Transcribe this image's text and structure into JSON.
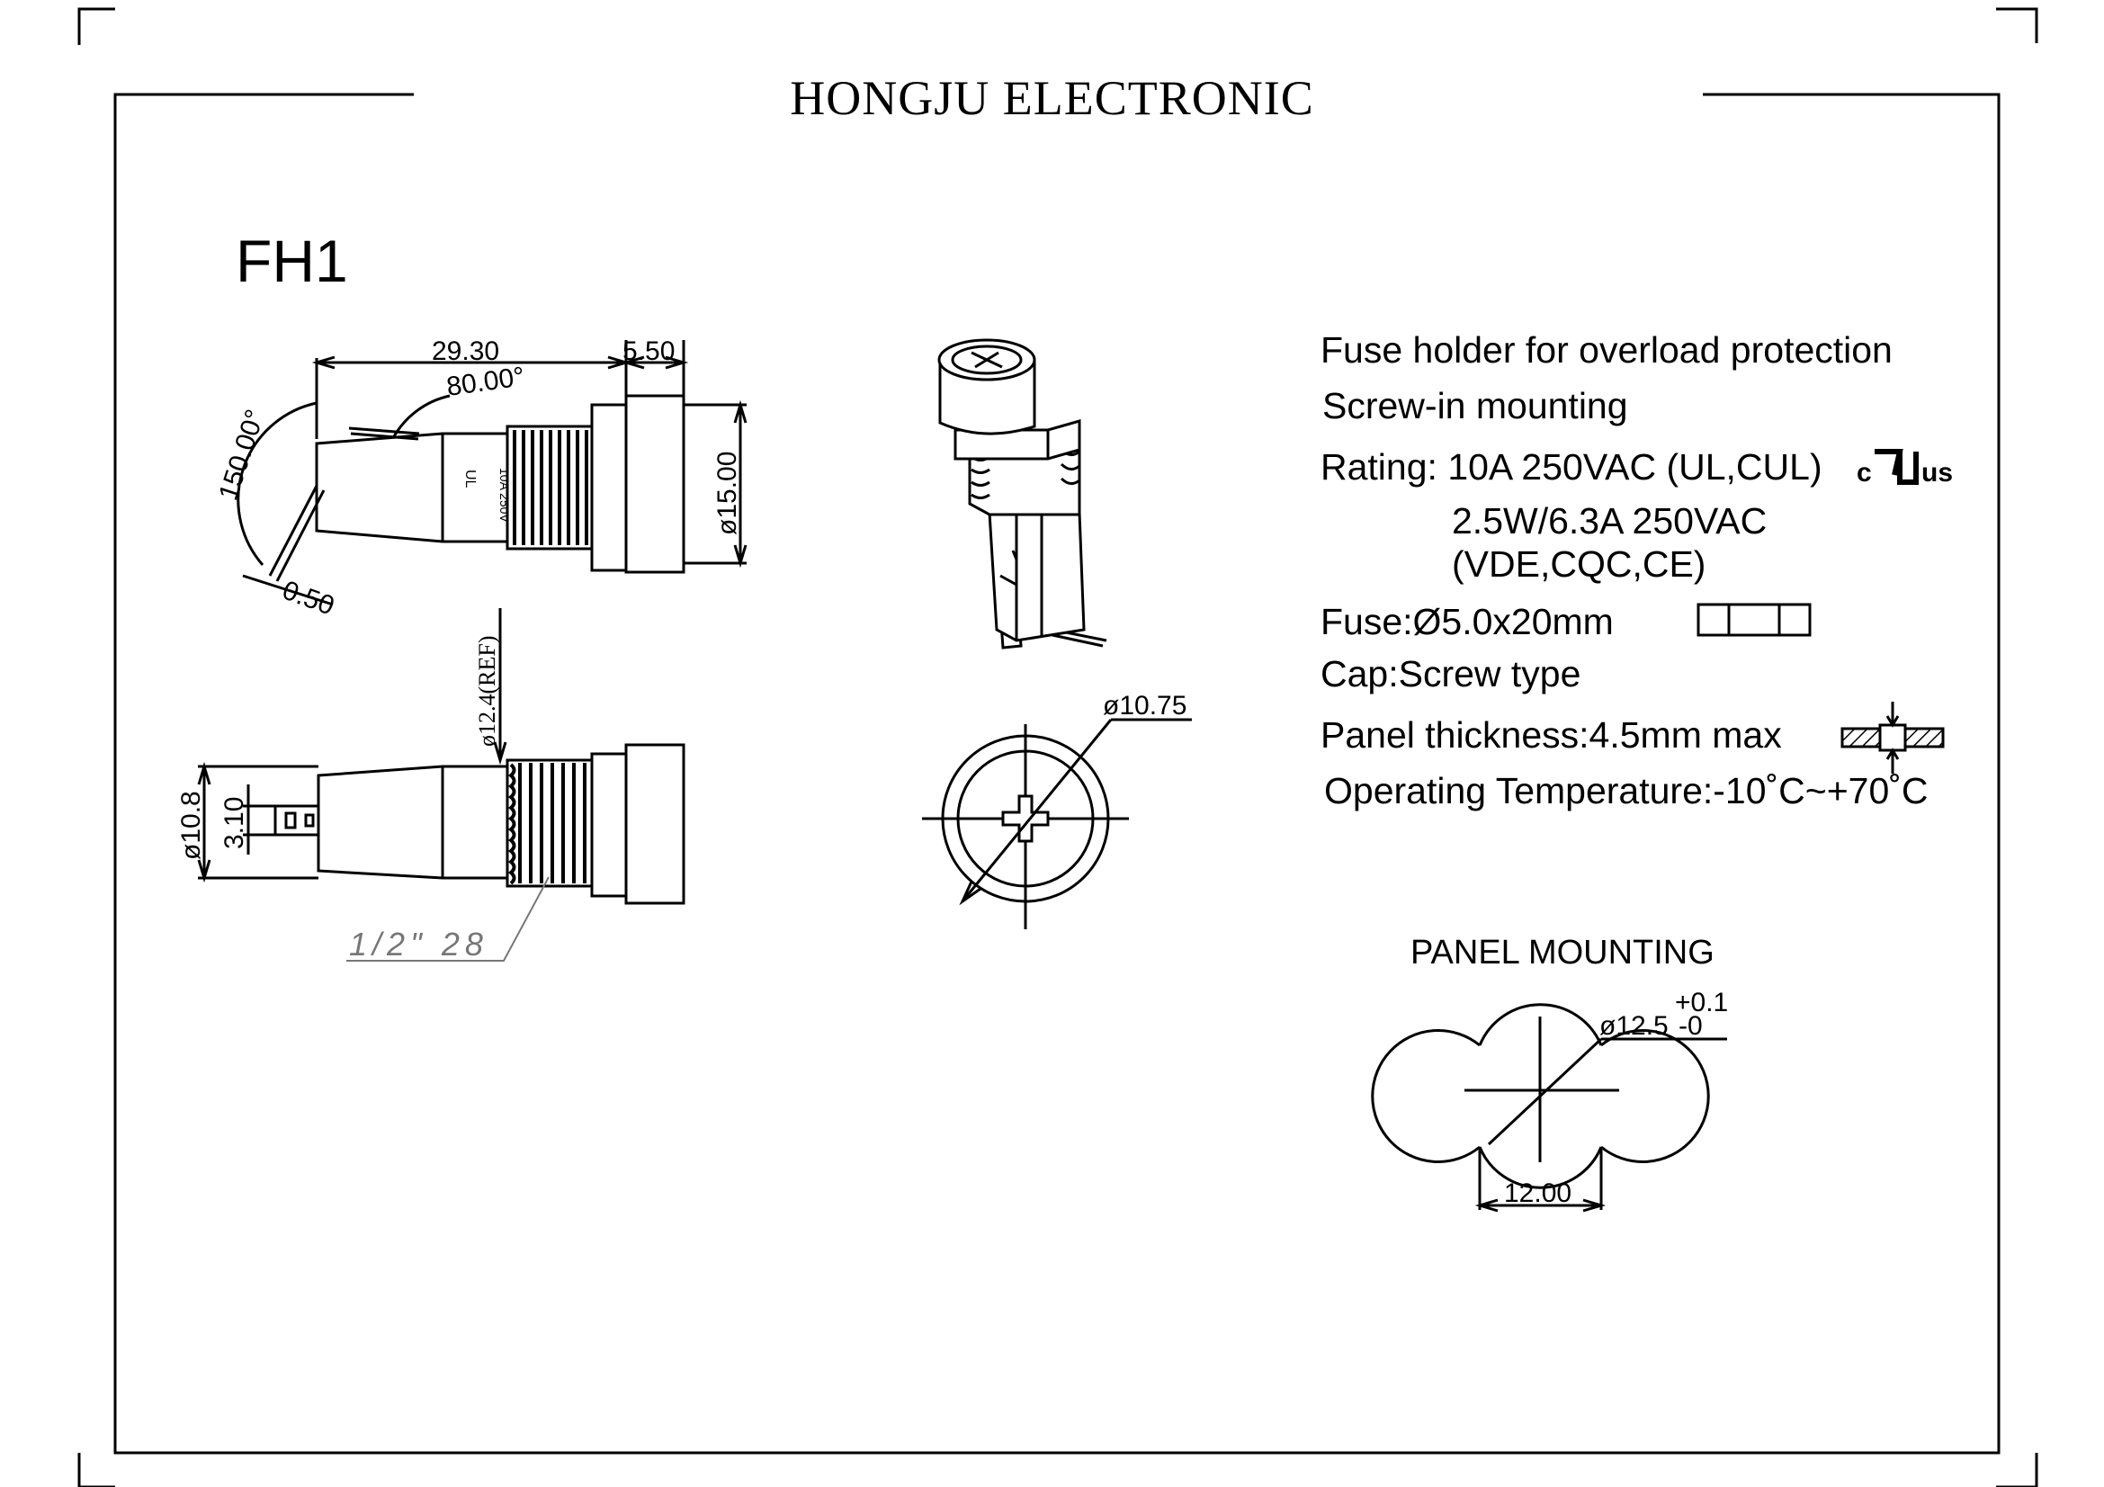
{
  "header": {
    "company": "HONGJU ELECTRONIC",
    "model": "FH1"
  },
  "specs": {
    "line1": "Fuse holder for overload protection",
    "line2": "Screw-in mounting",
    "line3_label": "Rating:",
    "line3_value": "10A 250VAC (UL,CUL)",
    "line4": "2.5W/6.3A  250VAC",
    "line5": "(VDE,CQC,CE)",
    "line6": "Fuse:Ø5.0x20mm",
    "line7": "Cap:Screw type",
    "line8": "Panel thickness:4.5mm max",
    "line9": "Operating Temperature:-10˚C~+70˚C"
  },
  "cert_mark": {
    "prefix": "c",
    "suffix": "us"
  },
  "side_view": {
    "dim_length": "29.30",
    "dim_cap": "5.50",
    "dim_diameter": "ø15.00",
    "dim_bend_angle": "150.00°",
    "dim_tab_angle": "80.00°",
    "dim_tab_thickness": "0.50",
    "body_marking_1": "10A 250V",
    "body_marking_2": "UL"
  },
  "bottom_view": {
    "dim_thread_ref": "ø12.4(REF)",
    "dim_body_diameter": "ø10.8",
    "dim_terminal": "3.10",
    "thread_spec": "1/2\" 28"
  },
  "top_view": {
    "dim_cap_diameter": "ø10.75"
  },
  "panel_mounting": {
    "title": "PANEL MOUNTING",
    "hole_diameter": "ø12.5",
    "tolerance_upper": "+0.1",
    "tolerance_lower": "-0",
    "flat_width": "12.00"
  }
}
